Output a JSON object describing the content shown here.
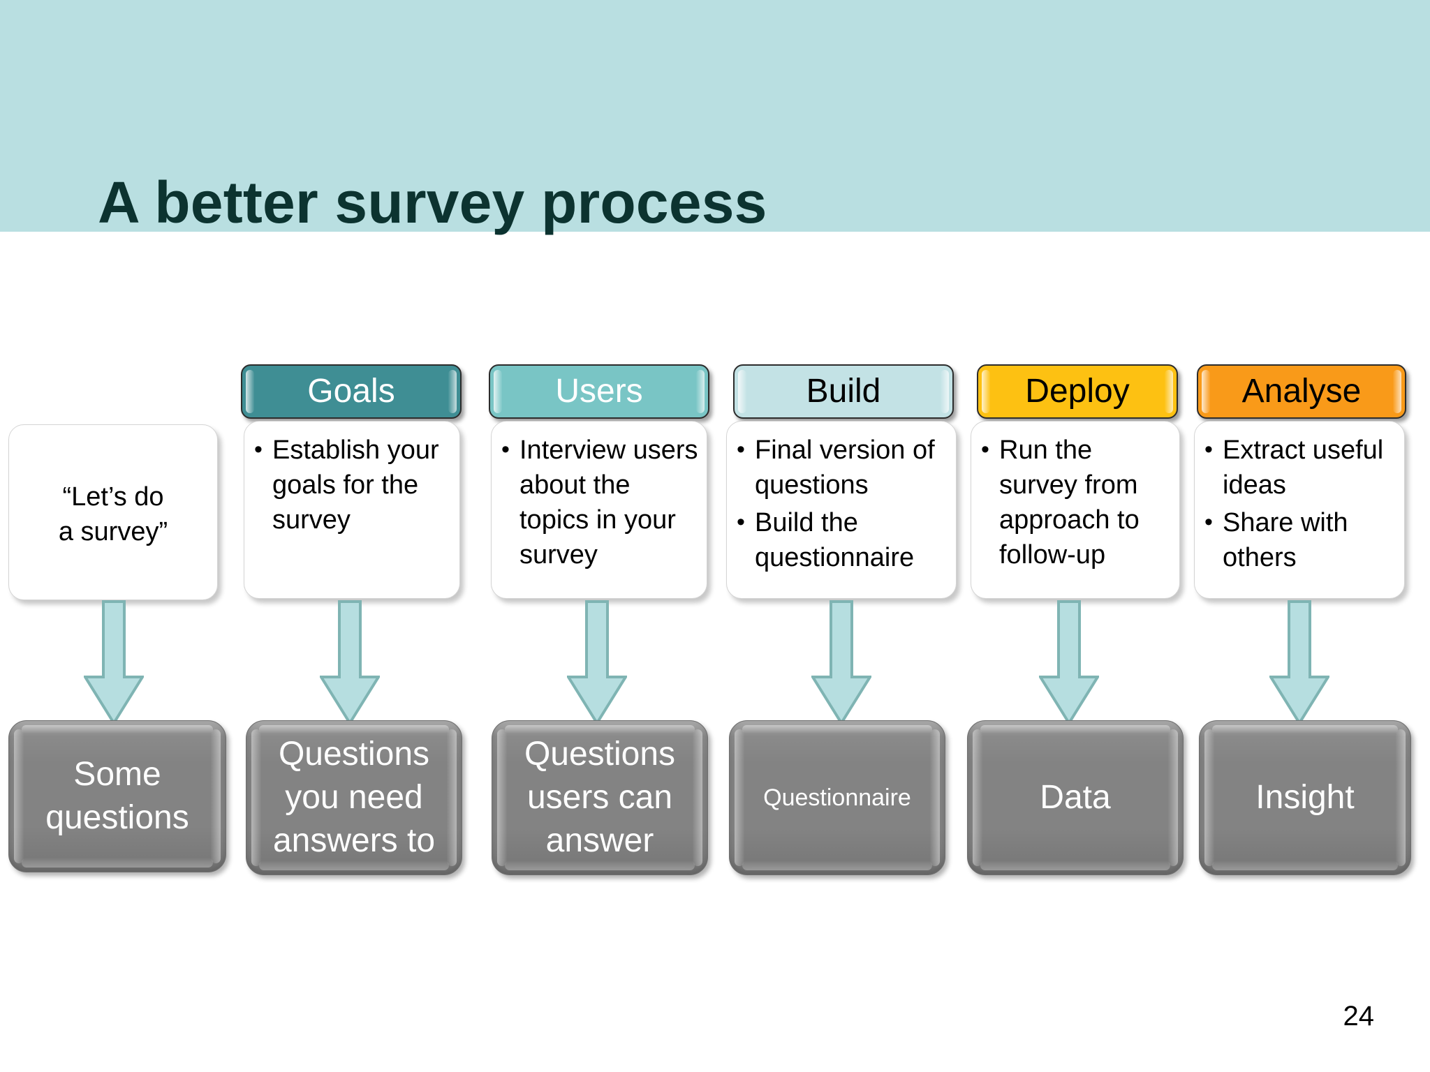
{
  "slide": {
    "title": "A better survey process",
    "page_number": "24",
    "title_band_color": "#b9dfe1",
    "title_text_color": "#0c3330",
    "arrow_fill": "#b6dee0",
    "arrow_stroke": "#7fb4b3",
    "result_box_color": "#838383",
    "result_text_color": "#ffffff"
  },
  "stages": [
    {
      "key": "start",
      "has_header": false,
      "header_label": "",
      "header_bg": "",
      "header_text_color": "",
      "quote": "“Let’s do\na survey”",
      "bullets": [],
      "result": "Some questions",
      "result_small": false
    },
    {
      "key": "goals",
      "has_header": true,
      "header_label": "Goals",
      "header_bg": "#3f8e94",
      "header_text_color": "#ffffff",
      "quote": "",
      "bullets": [
        "Establish your goals for the survey"
      ],
      "result": "Questions you need answers to",
      "result_small": false
    },
    {
      "key": "users",
      "has_header": true,
      "header_label": "Users",
      "header_bg": "#79c5c5",
      "header_text_color": "#ffffff",
      "quote": "",
      "bullets": [
        "Interview users about the topics in your survey"
      ],
      "result": "Questions users can answer",
      "result_small": false
    },
    {
      "key": "build",
      "has_header": true,
      "header_label": "Build",
      "header_bg": "#c3e2e5",
      "header_text_color": "#000000",
      "quote": "",
      "bullets": [
        "Final version of questions",
        "Build the questionnaire"
      ],
      "result": "Questionnaire",
      "result_small": true
    },
    {
      "key": "deploy",
      "has_header": true,
      "header_label": "Deploy",
      "header_bg": "#fdc112",
      "header_text_color": "#000000",
      "quote": "",
      "bullets": [
        "Run the survey from approach to follow-up"
      ],
      "result": "Data",
      "result_small": false
    },
    {
      "key": "analyse",
      "has_header": true,
      "header_label": "Analyse",
      "header_bg": "#f99a19",
      "header_text_color": "#000000",
      "quote": "",
      "bullets": [
        "Extract useful ideas",
        "Share with others"
      ],
      "result": "Insight",
      "result_small": false
    }
  ]
}
